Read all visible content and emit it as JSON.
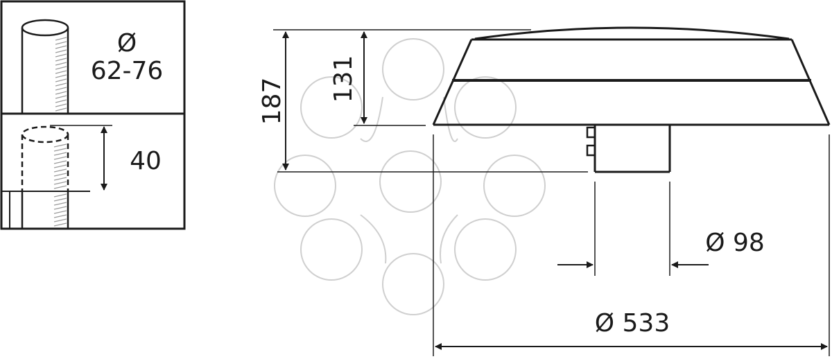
{
  "mount": {
    "diameter_label": "Ø",
    "diameter_range": "62-76",
    "insertion_depth": "40"
  },
  "luminaire": {
    "overall_height": "187",
    "body_height": "131",
    "spigot_diameter": "Ø 98",
    "overall_diameter": "Ø 533"
  },
  "colors": {
    "line": "#1a1a1a",
    "watermark": "#cfcfcf"
  }
}
